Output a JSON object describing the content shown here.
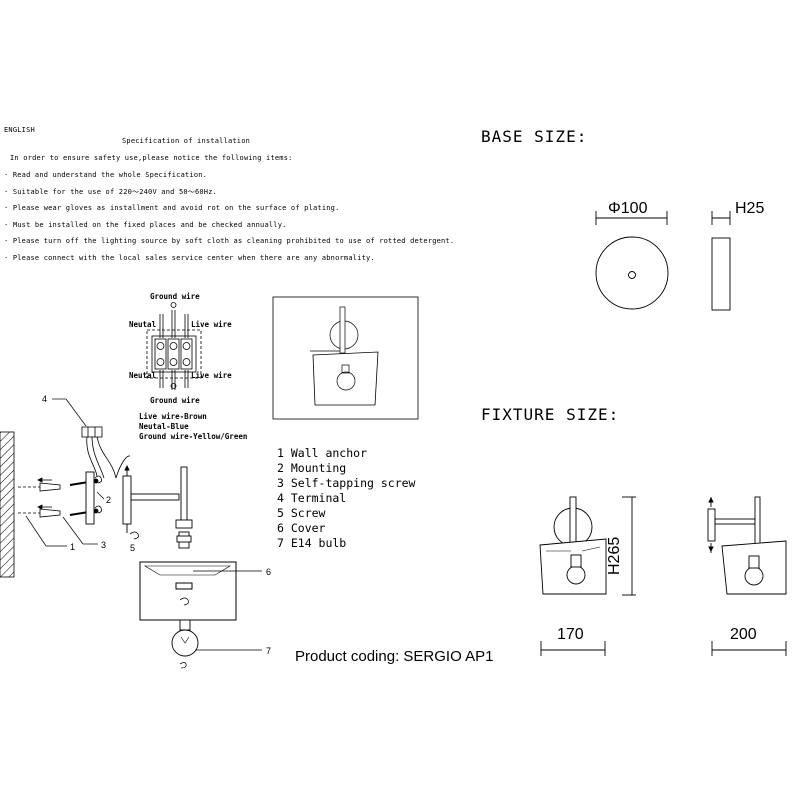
{
  "instructions": {
    "language": "ENGLISH",
    "title": "Specification of installation",
    "intro": "In order to ensure safety use,please notice the following items:",
    "items": [
      "· Read and understand the whole Specification.",
      "· Suitable for the use of 220～240V and 50～60Hz.",
      "· Please wear gloves as installment and avoid rot on the surface of plating.",
      "· Must be installed on the fixed places and be checked annually.",
      "· Please turn off the lighting source by soft cloth as cleaning prohibited to use of rotted detergent.",
      "· Please connect with the local sales service center when there are any abnormality."
    ]
  },
  "wiring": {
    "ground_top": "Ground wire",
    "neutral_top": "Neutal",
    "live_top": "Live wire",
    "neutral_bottom": "Neutal",
    "live_bottom": "Live wire",
    "ground_bottom": "Ground wire",
    "legend": [
      "Live wire-Brown",
      "Neutal-Blue",
      "Ground wire-Yellow/Green"
    ]
  },
  "callouts": [
    "4",
    "2",
    "1",
    "3",
    "5",
    "6",
    "7"
  ],
  "parts": [
    "1 Wall anchor",
    "2 Mounting",
    "3 Self-tapping screw",
    "4 Terminal",
    "5 Screw",
    "6 Cover",
    "7 E14 bulb"
  ],
  "base_size": {
    "heading": "BASE SIZE:",
    "diameter": "Φ100",
    "height": "H25"
  },
  "fixture_size": {
    "heading": "FIXTURE SIZE:",
    "height": "H265",
    "width_front": "170",
    "width_side": "200"
  },
  "product_coding": "Product coding: SERGIO AP1"
}
